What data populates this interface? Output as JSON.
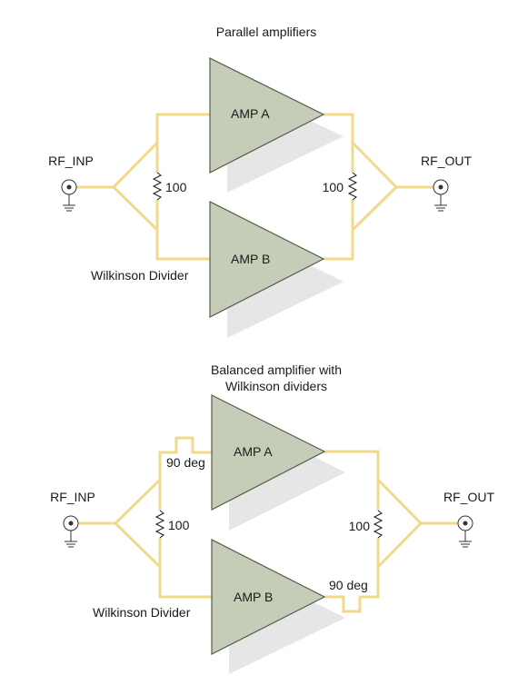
{
  "diagram_top": {
    "title": "Parallel amplifiers",
    "amp_a": "AMP A",
    "amp_b": "AMP B",
    "input_label": "RF_INP",
    "output_label": "RF_OUT",
    "resistor_in": "100",
    "resistor_out": "100",
    "divider_label": "Wilkinson Divider"
  },
  "diagram_bottom": {
    "title_line1": "Balanced amplifier with",
    "title_line2": "Wilkinson dividers",
    "amp_a": "AMP A",
    "amp_b": "AMP B",
    "input_label": "RF_INP",
    "output_label": "RF_OUT",
    "resistor_in": "100",
    "resistor_out": "100",
    "phase_a": "90 deg",
    "phase_b": "90 deg",
    "divider_label": "Wilkinson Divider"
  },
  "colors": {
    "wire": "#f0d98a",
    "amplifier_fill": "#c5cdb8",
    "amplifier_stroke": "#545d4a",
    "shadow": "#e6e6e6"
  }
}
